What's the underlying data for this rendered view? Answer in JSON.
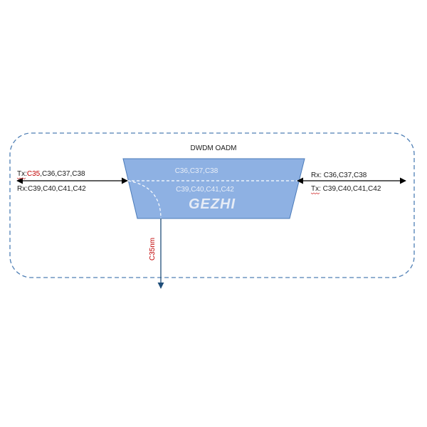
{
  "title": "DWDM OADM",
  "colors": {
    "box_border": "#4f7fb5",
    "device_fill": "#8eb1e3",
    "device_stroke": "#4a7ab8",
    "drop_line": "#1f4e79",
    "highlight": "#c00000",
    "arrow": "#000000"
  },
  "left": {
    "tx_prefix": "Tx:",
    "tx_highlight": "C35",
    "tx_rest": ",C36,C37,C38",
    "rx": "Rx:C39,C40,C41,C42"
  },
  "right": {
    "rx": "Rx: C36,C37,C38",
    "tx": "Tx: C39,C40,C41,C42"
  },
  "device": {
    "upper_channels": "C36,C37,C38",
    "lower_channels": "C39,C40,C41,C42",
    "logo": "GEZHI"
  },
  "drop": {
    "label": "C35nm"
  }
}
